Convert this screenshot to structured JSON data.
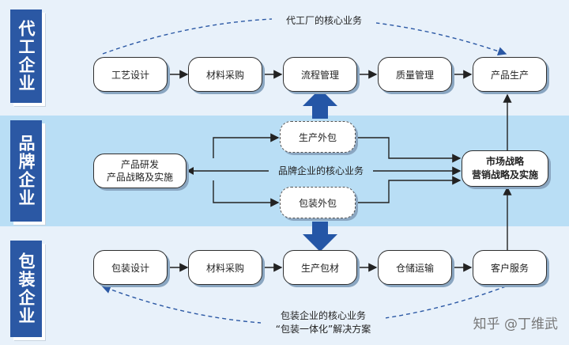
{
  "sidebar": {
    "top": "代工企业",
    "middle": "品牌企业",
    "bottom": "包装企业"
  },
  "top_row": [
    "工艺设计",
    "材料采购",
    "流程管理",
    "质量管理",
    "产品生产"
  ],
  "top_caption": "代工厂的核心业务",
  "middle": {
    "left_line1": "产品研发",
    "left_line2": "产品战略及实施",
    "outsource_production": "生产外包",
    "outsource_packaging": "包装外包",
    "caption": "品牌企业的核心业务",
    "right_line1": "市场战略",
    "right_line2": "营销战略及实施"
  },
  "bottom_row": [
    "包装设计",
    "材料采购",
    "生产包材",
    "仓储运输",
    "客户服务"
  ],
  "bottom_caption_line1": "包装企业的核心业务",
  "bottom_caption_line2": "“包装一体化”解决方案",
  "watermark": "知乎 @丁维武",
  "colors": {
    "sidebar": "#2b58a4",
    "band_light": "#e8f1fa",
    "band_mid": "#b9def5",
    "arrow_big": "#2456a6"
  }
}
